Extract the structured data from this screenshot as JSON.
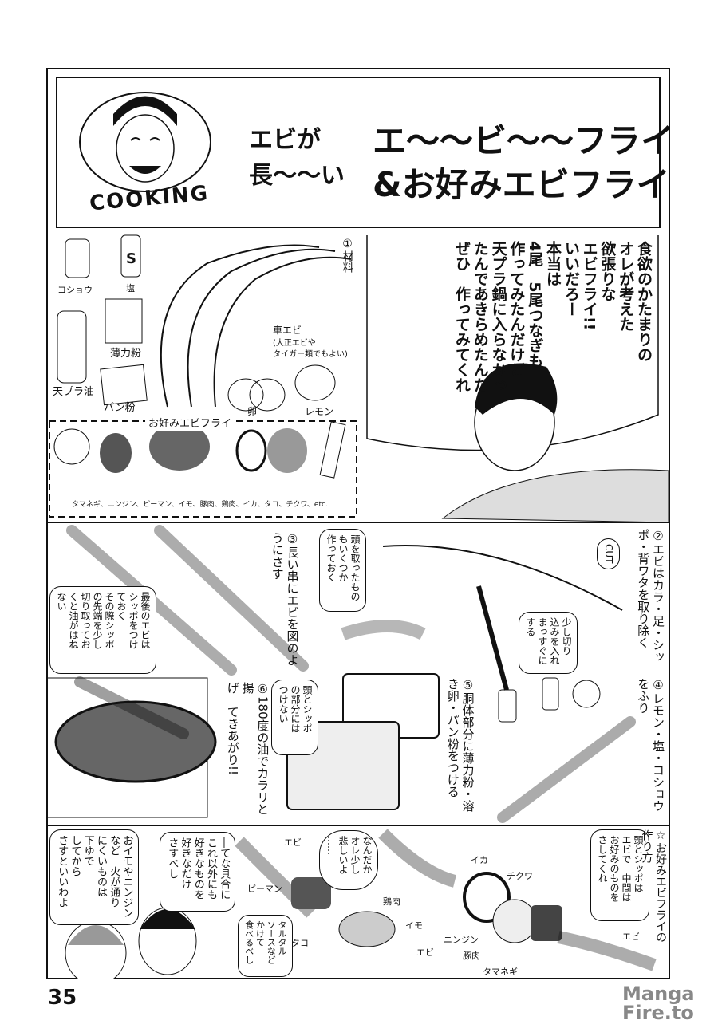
{
  "header": {
    "logo_text": "COOKING",
    "subtitle": "エビが\n長〜〜い",
    "title_line1": "エ〜〜ビ〜〜フライ",
    "title_line2": "&お好みエビフライ"
  },
  "ingredients": {
    "step": "①材料",
    "items": [
      "コショウ",
      "塩",
      "薄力粉",
      "天プラ油",
      "パン粉",
      "卵",
      "レモン"
    ],
    "shrimp_label": "車エビ",
    "shrimp_note": "(大正エビや\nタイガー類でもよい)",
    "okonomi_heading": "お好みエビフライ",
    "okonomi_list": "タマネギ、ニンジン、ピーマン、イモ、豚肉、鶏肉、イカ、タコ、チクワ、etc.",
    "salt_mark": "S"
  },
  "chef_speech": "食欲のかたまりの\nオレが考えた\n欲張りな\nエビフライ!!\nいいだろー\n本当は\n4尾　5尾つなぎも\n作ってみたんだけど\n天プラ鍋に入らなかっ\nたんであきらめたんだ\nぜひ　作ってみてくれ",
  "steps": {
    "step2": "②エビはカラ・足・シッ\nポ・背ワタを取り除く",
    "cut": "CUT",
    "cut_note": "少し切り\n込みを入れ\nまっすぐに\nする",
    "step3": "③長い串にエビを図のよ\nうにさす",
    "head_note": "頭を取ったもの\nもいくつか\n作っておく",
    "last_note": "最後のエビは\nシッポをつけ\nておく\nその際シッポ\nの先端を少し\n切り取ってお\nくと油がはね\nない",
    "step4": "④レモン・塩・コショウ\nをふり",
    "step5": "⑤胴体部分に薄力粉・溶\nき卵・パン粉をつける",
    "no_coat_note": "頭とシッポ\nの部分には\nつけない",
    "step6": "⑥180度の油でカラリと揚\nげ　てきあがり!!"
  },
  "bottom": {
    "woman_speech": "おイモやニンジン\nなど　火が通り\nにくいものは\n下ゆで\nしてから\nさすといいわよ",
    "chef_speech": "―てな具合に\nこれ以外にも\n好きなものを\n好きなだけ\nさすべし",
    "tartar_note": "タルタル\nソースなど\nかけて\n食べるべし",
    "shrimp_thought": "なんだか\nオレ少し\n悲しいよ\n……",
    "labels": [
      "エビ",
      "ピーマン",
      "タコ",
      "鶏肉",
      "イモ",
      "エビ",
      "イカ",
      "チクワ",
      "ニンジン",
      "豚肉",
      "タマネギ",
      "エビ"
    ],
    "how_to": "☆お好みエビフライの\n作り方",
    "middle_note": "頭とシッポは\nエビで　中間は\nお好みのものを\nさしてくれ"
  },
  "page_number": "35",
  "watermark": "Manga\nFire.to"
}
